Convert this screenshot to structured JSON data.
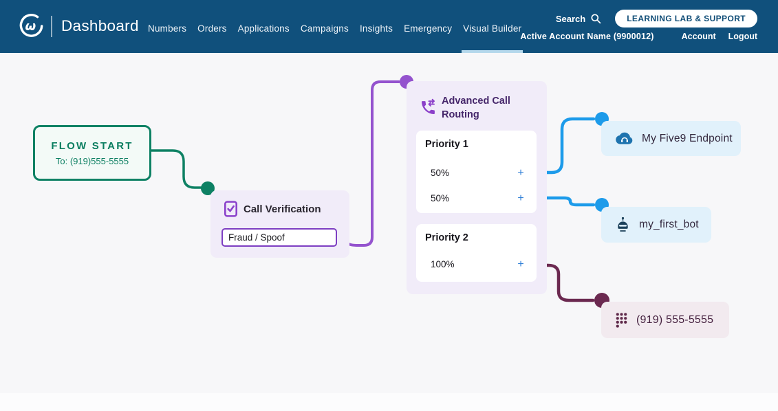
{
  "header": {
    "brand": "Dashboard",
    "nav": [
      {
        "label": "Numbers"
      },
      {
        "label": "Orders"
      },
      {
        "label": "Applications"
      },
      {
        "label": "Campaigns"
      },
      {
        "label": "Insights"
      },
      {
        "label": "Emergency"
      },
      {
        "label": "Visual Builder"
      }
    ],
    "active_nav": "Visual Builder",
    "search_label": "Search",
    "support_button_label": "LEARNING LAB & SUPPORT",
    "account_name": "Active Account Name (9900012)",
    "account_label": "Account",
    "logout_label": "Logout"
  },
  "flow": {
    "start": {
      "title": "FLOW START",
      "to": "To: (919)555-5555"
    },
    "call_verification": {
      "title": "Call Verification",
      "value": "Fraud / Spoof"
    },
    "advanced_call_routing": {
      "title": "Advanced Call Routing",
      "priority1": {
        "label": "Priority 1",
        "row1_percent": "50%",
        "row2_percent": "50%",
        "add_label": "+"
      },
      "priority2": {
        "label": "Priority 2",
        "row1_percent": "100%",
        "add_label": "+"
      }
    },
    "endpoints": {
      "five9": {
        "label": "My Five9 Endpoint",
        "icon": "cloud-headset-icon"
      },
      "bot": {
        "label": "my_first_bot",
        "icon": "robot-icon"
      },
      "phone": {
        "label": "(919) 555-5555",
        "icon": "dialpad-icon"
      }
    }
  },
  "colors": {
    "header_bg": "#10507C",
    "active_tab_underline": "#B5D8EC",
    "green": "#0E8164",
    "purple_line": "#9453CE",
    "purple_icon": "#8B42CB",
    "blue_line": "#1D9BEA",
    "plum_line": "#6B2950",
    "node_lavender_bg": "#F1ECF9",
    "endpoint_blue_bg": "#E1F1FB",
    "endpoint_plum_bg": "#F2EAEF",
    "canvas_bg": "#F7F7F9"
  }
}
